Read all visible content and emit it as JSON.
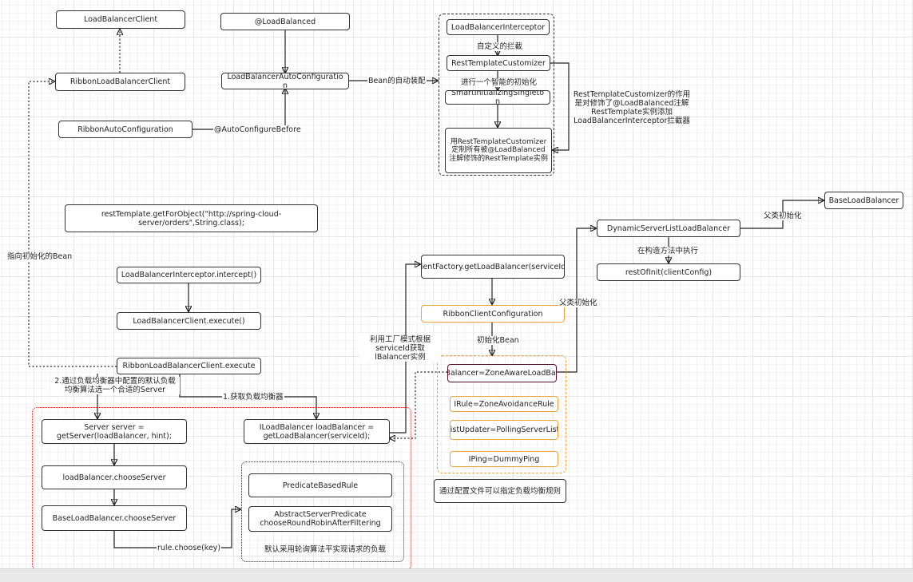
{
  "nodes": {
    "load_balancer_client": "LoadBalancerClient",
    "at_load_balanced": "@LoadBalanced",
    "lb_interceptor": "LoadBalancerInterceptor",
    "rest_template_customizer": "RestTemplateCustomizer",
    "smart_initializing_singleton": "SmartInitializingSingleto n",
    "customize_all": "用RestTemplateCustomizer定制所有被@LoadBalanced注解修饰的RestTemplate实例",
    "ribbon_lb_client": "RibbonLoadBalancerClient",
    "lb_auto_configuration": "LoadBalancerAutoConfiguratio n",
    "ribbon_auto_configuration": "RibbonAutoConfiguration",
    "base_load_balancer": "BaseLoadBalancer",
    "dynamic_server_list_lb": "DynamicServerListLoadBalancer",
    "rest_of_init": "restOfInit(clientConfig)",
    "rest_template_call": "restTemplate.getForObject(\"http://spring-cloud-server/orders\",String.class);",
    "client_factory": "clientFactory.getLoadBalancer(serviceId);",
    "ribbon_client_configuration": "RibbonClientConfiguration",
    "interceptor_intercept": "LoadBalancerInterceptor.intercept()",
    "client_execute": "LoadBalancerClient.execute()",
    "ribbon_client_execute": "RibbonLoadBalancerClient.execute",
    "zone_aware_lb": "ILoadBalancer=ZoneAwareLoadBalancer",
    "irule": "IRule=ZoneAvoidanceRule",
    "server_list_updater": "ServerListUpdater=PollingServerListUpdate",
    "iping": "IPing=DummyPing",
    "config_file_note": "通过配置文件可以指定负载均衡规则",
    "get_server": "Server server = getServer(loadBalancer, hint);",
    "get_load_balancer": "ILoadBalancer loadBalancer = getLoadBalancer(serviceId);",
    "lb_choose_server": "loadBalancer.chooseServer",
    "base_choose_server": "BaseLoadBalancer.chooseServer",
    "predicate_based_rule": "PredicateBasedRule",
    "abstract_server_predicate": "AbstractServerPredicate chooseRoundRobinAfterFiltering"
  },
  "edge_labels": {
    "custom_interceptor": "自定义的拦截",
    "bean_auto_assembly": "Bean的自动装配",
    "init_smart": "进行一个智能的初始化",
    "customizer_note": "RestTemplateCustomizer的作用是对修饰了@LoadBalanced注解RestTemplate实例添加LoadBalancerInterceptor拦截器",
    "auto_configure_before": "@AutoConfigureBefore",
    "point_to_init_bean": "指向初始化的Bean",
    "parent_init_top": "父类初始化",
    "in_constructor": "在构造方法中执行",
    "parent_init_mid": "父类初始化",
    "factory_mode": "利用工厂模式根据serviceId获取lBalancer实例",
    "init_bean": "初始化Bean",
    "get_server_default": "2.通过负载均衡器中配置的默认负载均衡算法选一个合适的Server",
    "get_lb": "1.获取负载均衡器",
    "rule_choose": "rule.choose(key)",
    "default_round_robin": "默认采用轮询算法平实现请求的负载"
  }
}
